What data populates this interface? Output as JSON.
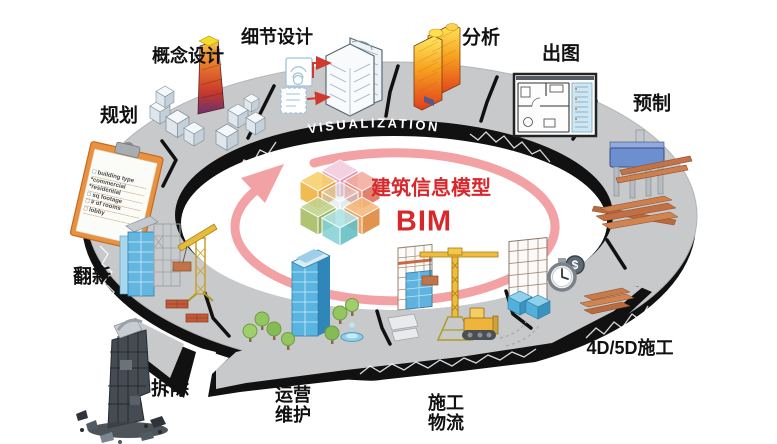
{
  "diagram": {
    "band_label": "VISUALIZATION",
    "center_title": "建筑信息模型",
    "center_acronym": "BIM"
  },
  "stages": {
    "planning": {
      "label": "规划"
    },
    "concept_design": {
      "label": "概念设计"
    },
    "detail_design": {
      "label": "细节设计"
    },
    "analysis": {
      "label": "分析"
    },
    "drawing_output": {
      "label": "出图"
    },
    "prefabrication": {
      "label": "预制"
    },
    "construction_4d5d": {
      "label": "4D/5D施工"
    },
    "construction_logistics": {
      "lines": [
        "施工",
        "物流"
      ]
    },
    "operation_maintenance": {
      "lines": [
        "运营",
        "维护"
      ]
    },
    "demolition": {
      "label": "拆除"
    },
    "renovation": {
      "label": "翻新"
    }
  },
  "clipboard": {
    "lines": [
      "□ building type",
      "*commercial",
      "*residential",
      "□ sq footage",
      "□ # of rooms",
      "□ lobby"
    ]
  },
  "icons": {
    "coin_symbol": "$"
  },
  "colors": {
    "accent_red": "#d8282c",
    "loop_pink": "#f2a2a5",
    "ring_gray": "#c8c9ca",
    "band_black": "#111111",
    "machine_blue": "#6c8fd0",
    "building_blue": "#5ab4e0",
    "crane_yellow": "#eebc3e",
    "lumber_brown": "#c97a4a"
  }
}
